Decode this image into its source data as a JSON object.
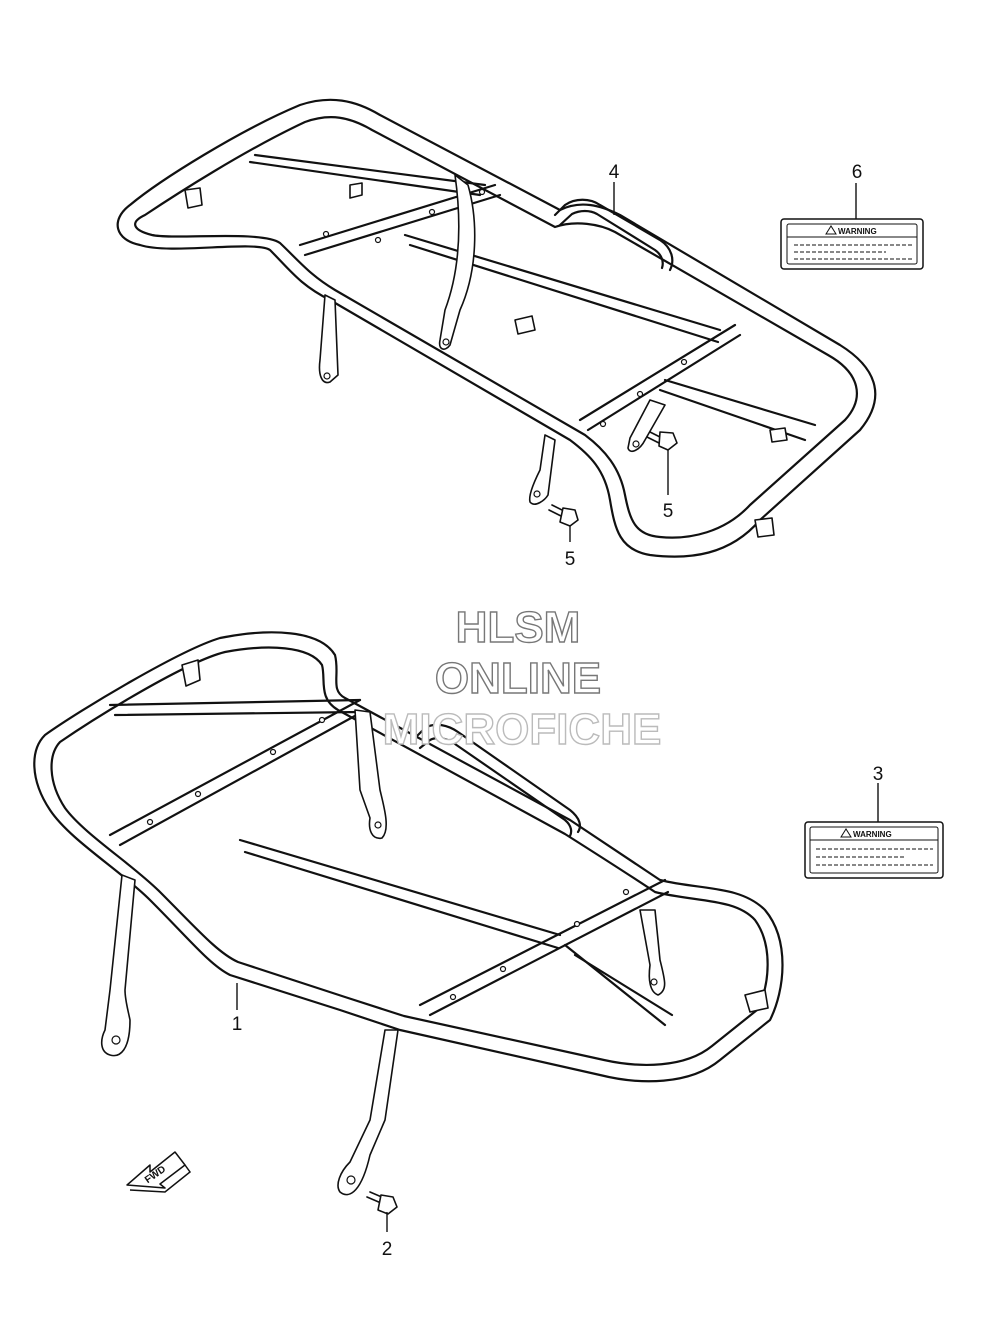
{
  "watermark": {
    "line1": "HLSM",
    "line2": "ONLINE",
    "line3": "MICROFICHE"
  },
  "callouts": [
    {
      "id": "callout-1",
      "label": "1"
    },
    {
      "id": "callout-2",
      "label": "2"
    },
    {
      "id": "callout-3",
      "label": "3"
    },
    {
      "id": "callout-4",
      "label": "4"
    },
    {
      "id": "callout-5a",
      "label": "5"
    },
    {
      "id": "callout-5b",
      "label": "5"
    },
    {
      "id": "callout-6",
      "label": "6"
    }
  ],
  "labels": {
    "warning_top": "WARNING",
    "warning_bottom": "WARNING"
  },
  "fwd_arrow": "FWD",
  "icons": [
    "warning-triangle-icon",
    "fwd-arrow-icon",
    "bolt-icon"
  ]
}
